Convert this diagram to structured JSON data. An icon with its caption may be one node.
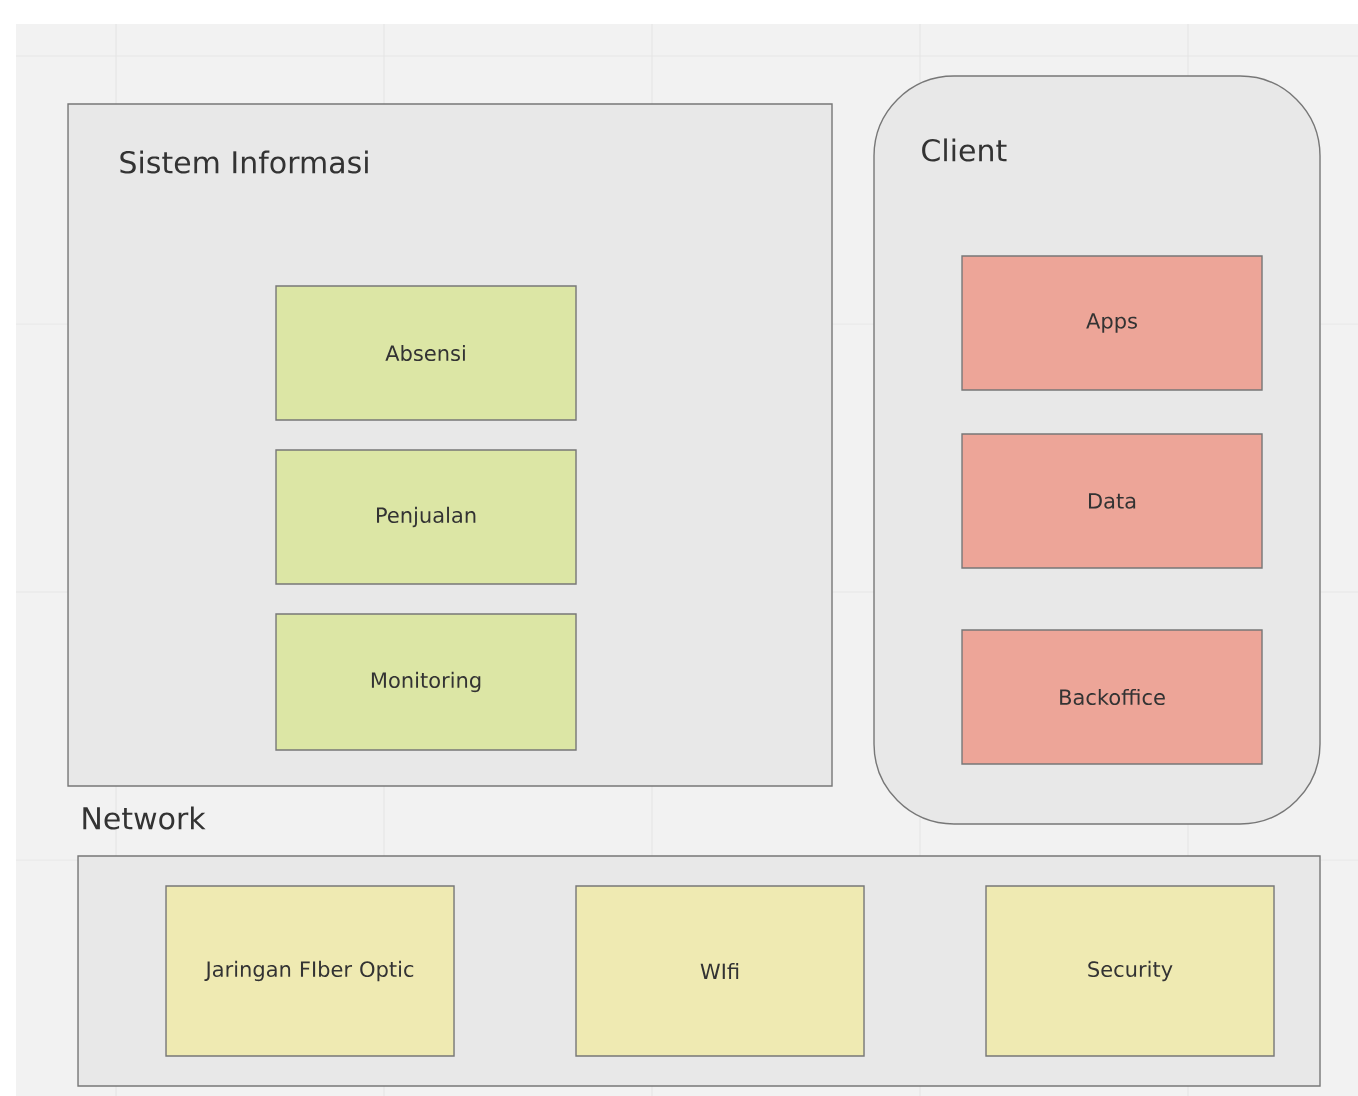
{
  "diagram": {
    "nodes": [
      {
        "text": [
          "Sistem Informasi"
        ]
      },
      {
        "text": [
          "Absensi"
        ],
        "in": 0
      },
      {
        "text": [
          "Penjualan"
        ],
        "in": 0
      },
      {
        "text": [
          "Monitoring"
        ],
        "in": 0
      },
      {
        "text": [
          "Client"
        ]
      },
      {
        "text": [
          "Apps"
        ],
        "in": 4
      },
      {
        "text": [
          "Data"
        ],
        "in": 4
      },
      {
        "text": [
          "Backoffice"
        ],
        "in": 4
      },
      {
        "text": [
          "Network"
        ]
      },
      {
        "text": [
          "Jaringan FIber Optic"
        ],
        "in": 8
      },
      {
        "text": [
          "WIfi"
        ],
        "in": 8
      },
      {
        "text": [
          "Security"
        ],
        "in": 8
      }
    ],
    "edges": []
  }
}
